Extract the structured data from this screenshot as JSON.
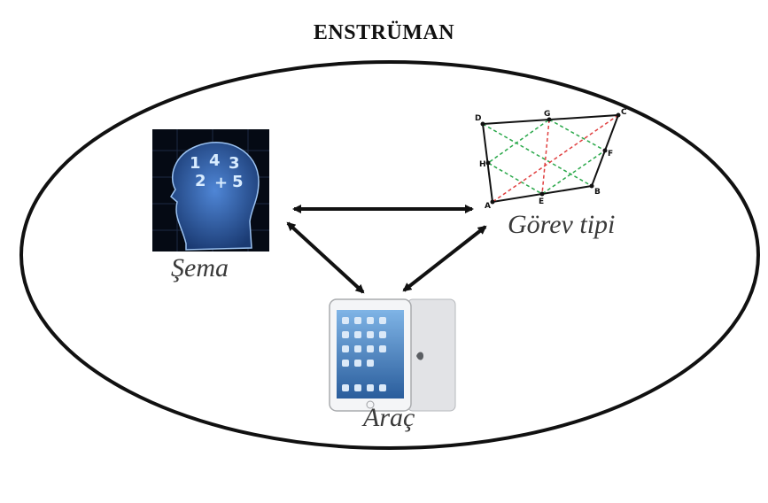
{
  "title": "ENSTRÜMAN",
  "nodes": {
    "sema": {
      "label": "Şema",
      "icon": "brain-head-icon"
    },
    "gorev_tipi": {
      "label": "Görev tipi",
      "icon": "quadrilateral-geometry-icon",
      "vertex_labels": [
        "D",
        "G",
        "C",
        "H",
        "F",
        "A",
        "E",
        "B"
      ]
    },
    "arac": {
      "label": "Araç",
      "icon": "tablet-device-icon"
    }
  },
  "head_digits": [
    "1",
    "4",
    "3",
    "2",
    "+",
    "5"
  ],
  "colors": {
    "ellipse": "#111111",
    "arrow": "#111111",
    "head_bg": "#050a14",
    "head": "#2c5fa8",
    "quad_green": "#2aa84a",
    "quad_red": "#e04040"
  }
}
